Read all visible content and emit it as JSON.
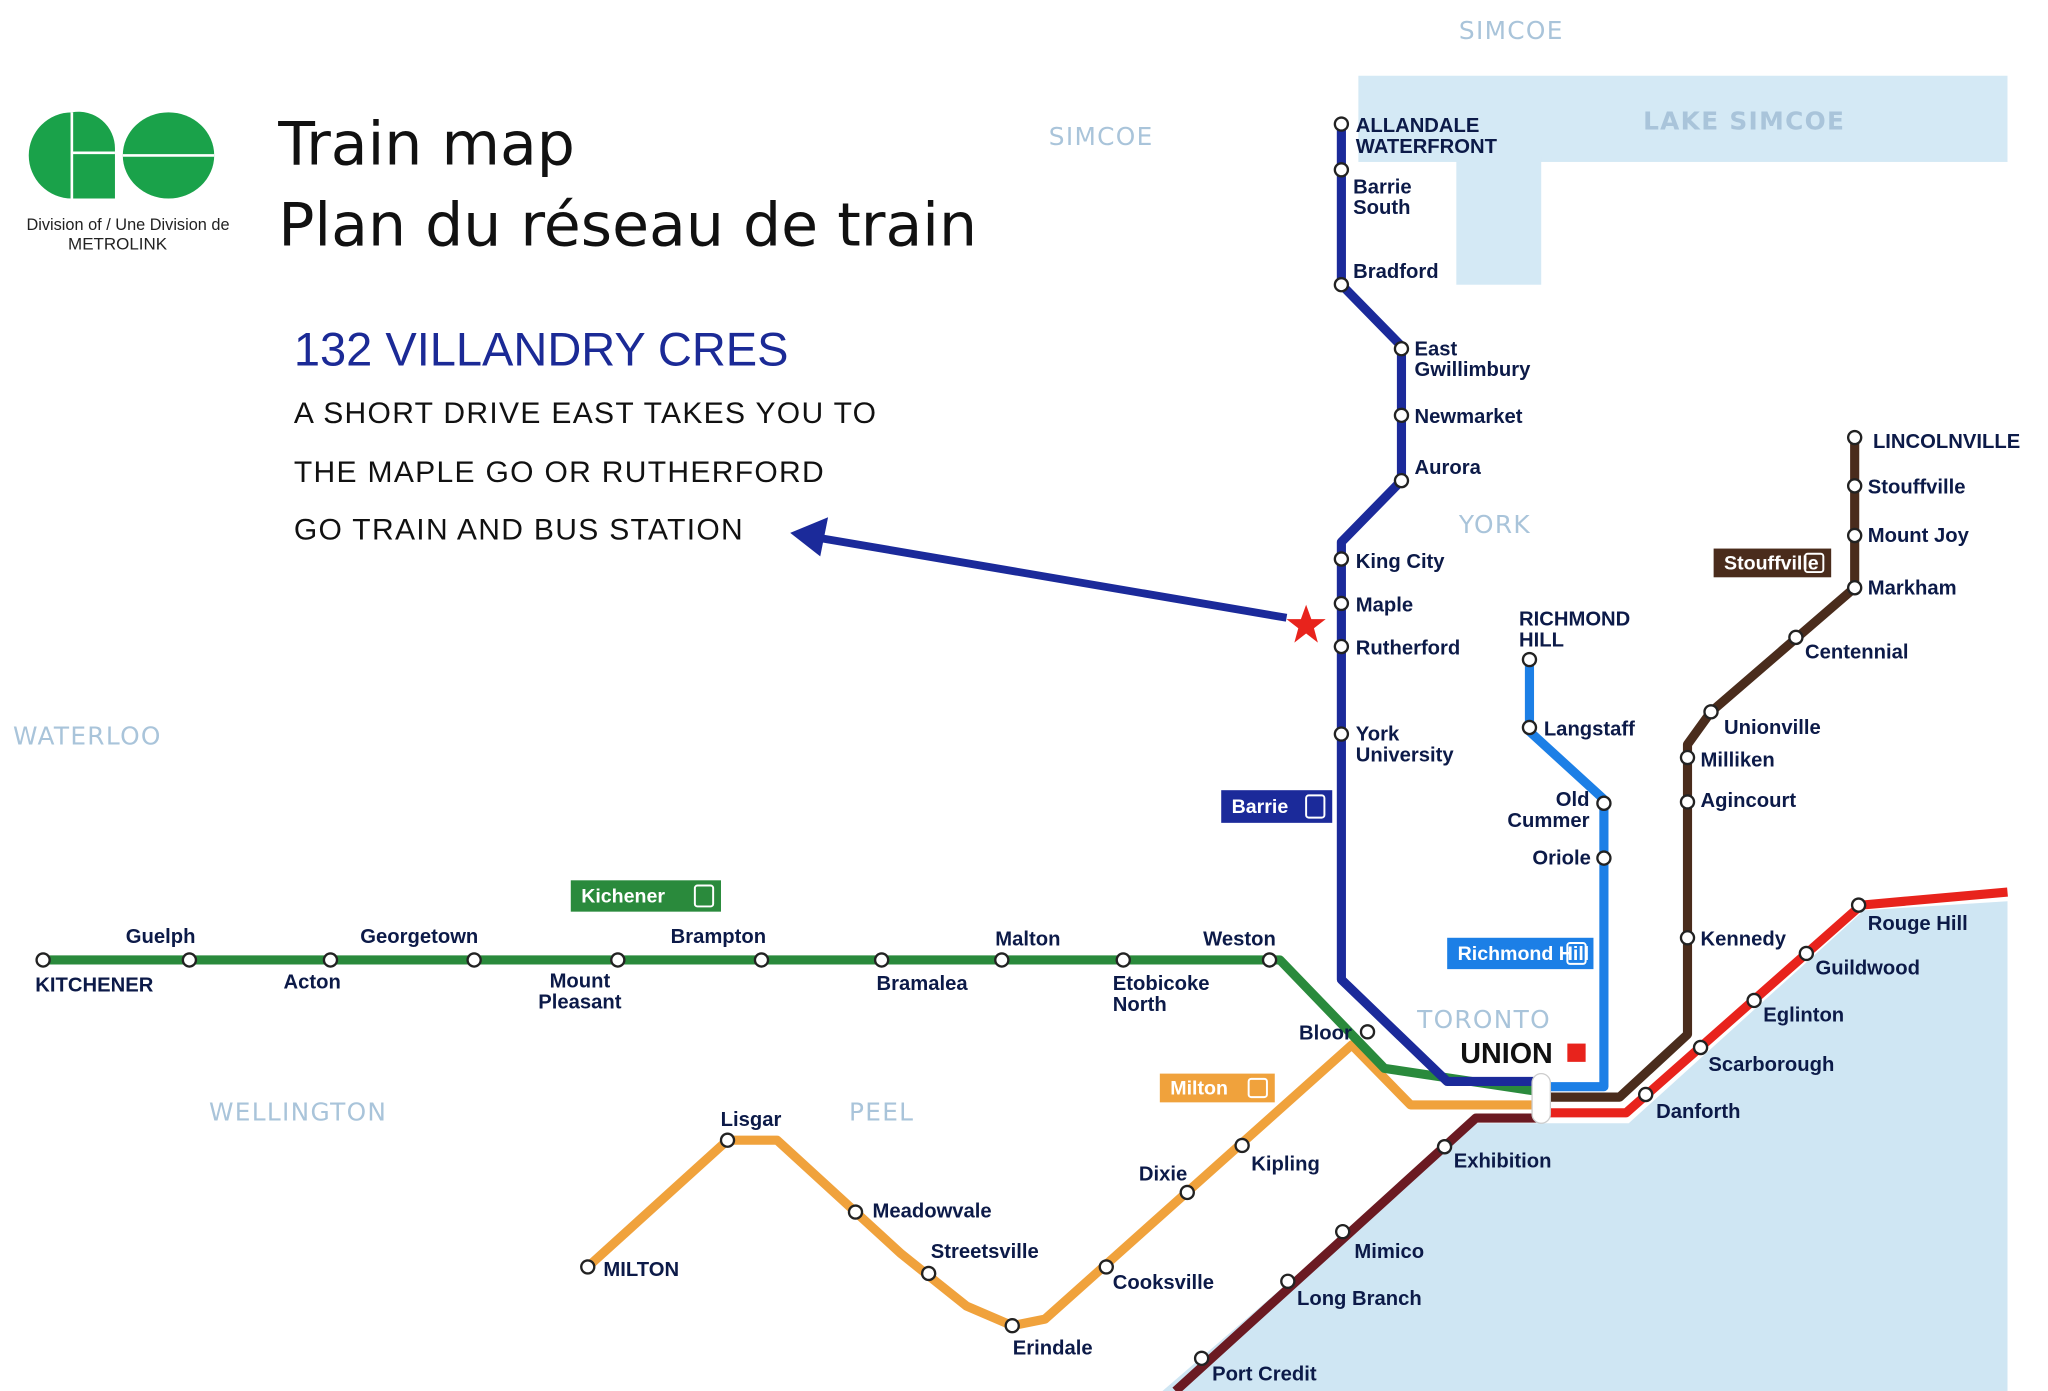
{
  "header": {
    "title": "Train map",
    "subtitle": "Plan du réseau de train",
    "logo_text": "GO",
    "logo_caption_1": "Division of / Une Division de",
    "logo_caption_2": "METROLINK"
  },
  "promo": {
    "heading": "132 VILLANDRY CRES",
    "lines": [
      "A SHORT DRIVE EAST TAKES YOU TO",
      "THE MAPLE GO OR RUTHERFORD",
      "GO TRAIN AND BUS STATION"
    ]
  },
  "regions": {
    "simcoe_top": "SIMCOE",
    "simcoe": "SIMCOE",
    "lake_simcoe": "LAKE SIMCOE",
    "york": "YORK",
    "waterloo": "WATERLOO",
    "wellington": "WELLINGTON",
    "peel": "PEEL",
    "toronto": "TORONTO"
  },
  "union_label": "UNION",
  "colors": {
    "barrie": "#1b2a9a",
    "richmond_hill": "#1c7fe6",
    "stouffville": "#4a2c1c",
    "lakeshore_east": "#e8231c",
    "lakeshore_west": "#6b1a22",
    "kitchener": "#2a8a3c",
    "milton": "#f0a23c",
    "lake": "#cfe6f3",
    "logo": "#1aa24a"
  },
  "lines": [
    {
      "id": "barrie",
      "badge": "Barrie",
      "stations": [
        "ALLANDALE WATERFRONT",
        "Barrie South",
        "Bradford",
        "East Gwillimbury",
        "Newmarket",
        "Aurora",
        "King City",
        "Maple",
        "Rutherford",
        "York University"
      ]
    },
    {
      "id": "richmond_hill",
      "badge": "Richmond Hill",
      "stations": [
        "RICHMOND HILL",
        "Langstaff",
        "Old Cummer",
        "Oriole"
      ]
    },
    {
      "id": "stouffville",
      "badge": "Stouffville",
      "stations": [
        "LINCOLNVILLE",
        "Stouffville",
        "Mount Joy",
        "Markham",
        "Centennial",
        "Unionville",
        "Milliken",
        "Agincourt",
        "Kennedy"
      ]
    },
    {
      "id": "lakeshore_east",
      "badge": "",
      "stations": [
        "Danforth",
        "Scarborough",
        "Eglinton",
        "Guildwood",
        "Rouge Hill"
      ]
    },
    {
      "id": "lakeshore_west",
      "badge": "",
      "stations": [
        "Exhibition",
        "Mimico",
        "Long Branch",
        "Port Credit"
      ]
    },
    {
      "id": "kitchener",
      "badge": "Kichener",
      "stations": [
        "KITCHENER",
        "Guelph",
        "Acton",
        "Georgetown",
        "Mount Pleasant",
        "Brampton",
        "Bramalea",
        "Malton",
        "Etobicoke North",
        "Weston",
        "Bloor"
      ]
    },
    {
      "id": "milton",
      "badge": "Milton",
      "stations": [
        "MILTON",
        "Lisgar",
        "Meadowvale",
        "Streetsville",
        "Erindale",
        "Cooksville",
        "Dixie",
        "Kipling"
      ]
    }
  ]
}
